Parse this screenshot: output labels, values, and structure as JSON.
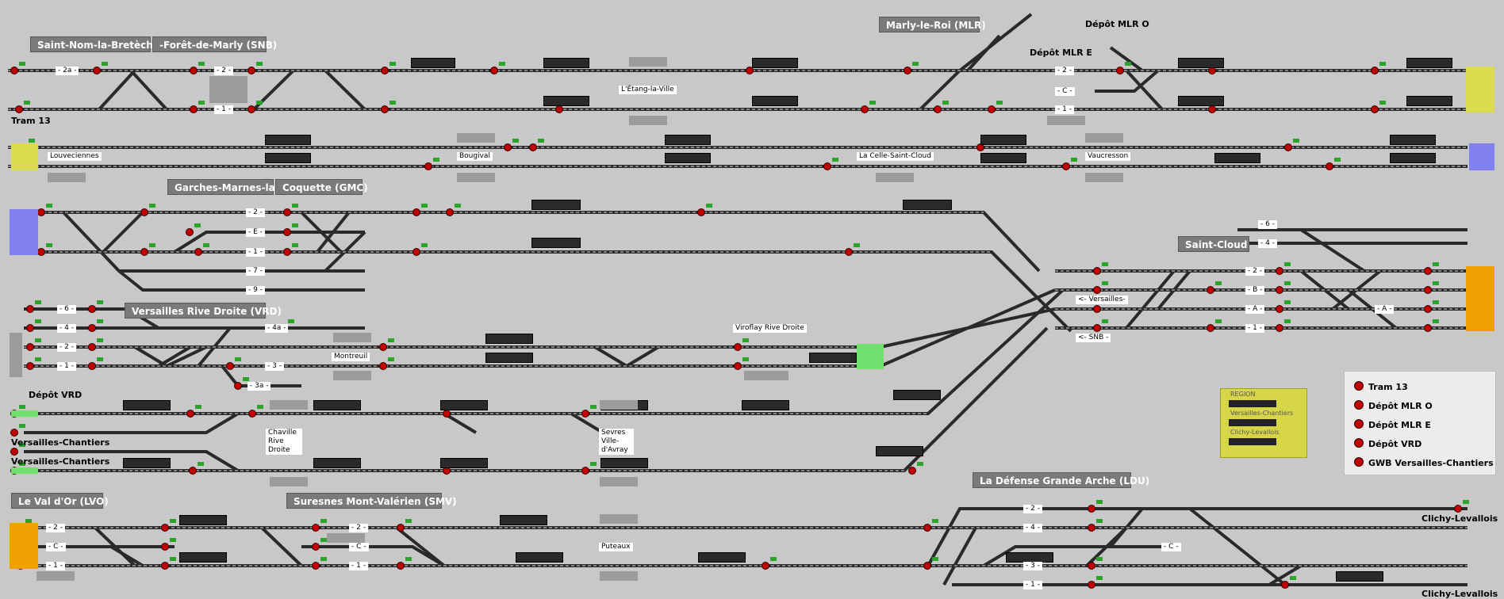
{
  "stations": [
    {
      "id": "snb",
      "name": "Saint-Nom-la-Bretèche"
    },
    {
      "id": "fdm",
      "name": "-Forêt-de-Marly (SNB)"
    },
    {
      "id": "mlr",
      "name": "Marly-le-Roi (MLR)"
    },
    {
      "id": "gar",
      "name": "Garches-Marnes-la-"
    },
    {
      "id": "gmc",
      "name": "Coquette (GMC)"
    },
    {
      "id": "vrd",
      "name": "Versailles Rive Droite (VRD)"
    },
    {
      "id": "stc",
      "name": "Saint-Cloud"
    },
    {
      "id": "lvo",
      "name": "Le Val d'Or (LVO)"
    },
    {
      "id": "smv",
      "name": "Suresnes Mont-Valérien (SMV)"
    },
    {
      "id": "ldu",
      "name": "La Défense Grande Arche (LDU)"
    }
  ],
  "places": {
    "tram13": "Tram 13",
    "depot_mlr_o": "Dépôt MLR O",
    "depot_mlr_e": "Dépôt MLR E",
    "depot_vrd": "Dépôt VRD",
    "vch1": "Versailles-Chantiers",
    "vch2": "Versailles-Chantiers",
    "clichy1": "Clichy-Levallois",
    "clichy2": "Clichy-Levallois",
    "louveciennes": "Louveciennes",
    "bougival": "Bougival",
    "celle": "La Celle-Saint-Cloud",
    "vaucresson": "Vaucresson",
    "etang": "L'Étang-la-Ville",
    "viroflay": "Viroflay Rive Droite",
    "montreuil": "Montreuil",
    "chaville": "Chaville Rive Droite",
    "sevres": "Sevres Ville-d'Avray",
    "puteaux": "Puteaux",
    "to_versailles": "<- Versailles-",
    "to_snb": "<- SNB -"
  },
  "track_labels": {
    "snb_2": "- 2 -",
    "snb_2a": "- 2a -",
    "snb_1": "- 1 -",
    "mlr_2": "- 2 -",
    "mlr_c": "- C -",
    "mlr_1": "- 1 -",
    "gmc_2": "- 2 -",
    "gmc_e": "- E -",
    "gmc_1": "- 1 -",
    "gmc_7": "- 7 -",
    "gmc_9": "- 9 -",
    "vrd_6": "- 6 -",
    "vrd_4": "- 4 -",
    "vrd_4a": "- 4a -",
    "vrd_2": "- 2 -",
    "vrd_1": "- 1 -",
    "vrd_3": "- 3 -",
    "vrd_3a": "- 3a -",
    "stc_6": "- 6 -",
    "stc_4": "- 4 -",
    "stc_2": "- 2 -",
    "stc_b": "- B -",
    "stc_a": "- A -",
    "stc_a2": "- A -",
    "stc_1": "- 1 -",
    "lvo_2": "- 2 -",
    "lvo_c": "- C -",
    "lvo_1": "- 1 -",
    "smv_2": "- 2 -",
    "smv_c": "- C -",
    "smv_1": "- 1 -",
    "ldu_2": "- 2 -",
    "ldu_4": "- 4 -",
    "ldu_c": "- C -",
    "ldu_3": "- 3 -",
    "ldu_1": "- 1 -"
  },
  "legend": {
    "items": [
      "Tram 13",
      "Dépôt MLR O",
      "Dépôt MLR E",
      "Dépôt VRD",
      "GWB Versailles-Chantiers"
    ]
  },
  "region": {
    "title": "REGION",
    "entries": [
      "Versailles-Chantiers",
      "Clichy-Levallois"
    ]
  },
  "colors": {
    "background": "#c8c8c8",
    "header": "#7a7a7a",
    "signal_red": "#c00000",
    "signal_green": "#2aa52a",
    "endpoint_yellow": "#dcdc50",
    "endpoint_blue": "#8080f0",
    "endpoint_orange": "#f0a000",
    "endpoint_green": "#70e070"
  }
}
